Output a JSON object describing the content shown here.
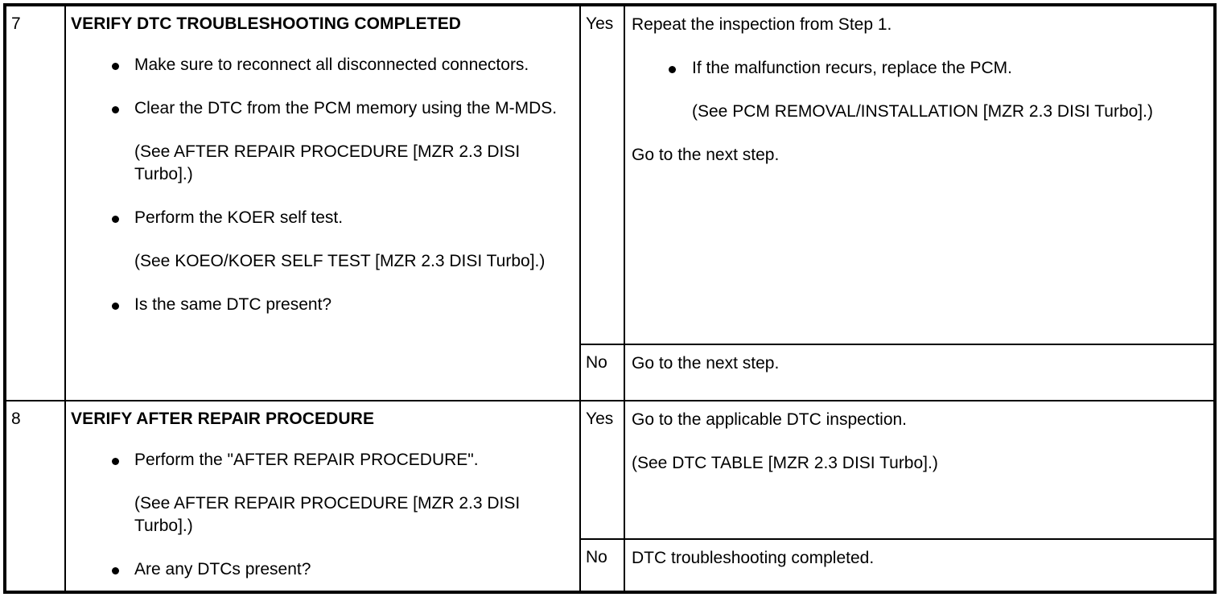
{
  "table": {
    "steps": [
      {
        "number": "7",
        "title": "VERIFY DTC TROUBLESHOOTING COMPLETED",
        "blocks": [
          {
            "kind": "bullet",
            "text": "Make sure to reconnect all disconnected connectors."
          },
          {
            "kind": "bullet",
            "text": "Clear the DTC from the PCM memory using the M-MDS."
          },
          {
            "kind": "plain",
            "text": "(See AFTER REPAIR PROCEDURE [MZR 2.3 DISI Turbo].)"
          },
          {
            "kind": "bullet",
            "text": "Perform the KOER self test."
          },
          {
            "kind": "plain",
            "text": "(See KOEO/KOER SELF TEST [MZR 2.3 DISI Turbo].)"
          },
          {
            "kind": "bullet",
            "text": "Is the same DTC present?"
          }
        ],
        "answers": [
          {
            "label": "Yes",
            "blocks": [
              {
                "kind": "flush",
                "text": "Repeat the inspection from Step 1."
              },
              {
                "kind": "bullet",
                "text": "If the malfunction recurs, replace the PCM."
              },
              {
                "kind": "plain",
                "text": "(See PCM REMOVAL/INSTALLATION [MZR 2.3 DISI Turbo].)"
              },
              {
                "kind": "flush",
                "text": "Go to the next step."
              }
            ]
          },
          {
            "label": "No",
            "blocks": [
              {
                "kind": "flush",
                "text": "Go to the next step."
              }
            ]
          }
        ]
      },
      {
        "number": "8",
        "title": "VERIFY AFTER REPAIR PROCEDURE",
        "blocks": [
          {
            "kind": "bullet",
            "text": "Perform the \"AFTER REPAIR PROCEDURE\"."
          },
          {
            "kind": "plain",
            "text": "(See AFTER REPAIR PROCEDURE [MZR 2.3 DISI Turbo].)"
          },
          {
            "kind": "bullet",
            "text": "Are any DTCs present?"
          }
        ],
        "answers": [
          {
            "label": "Yes",
            "blocks": [
              {
                "kind": "flush",
                "text": "Go to the applicable DTC inspection."
              },
              {
                "kind": "flush",
                "text": "(See DTC TABLE [MZR 2.3 DISI Turbo].)"
              }
            ]
          },
          {
            "label": "No",
            "blocks": [
              {
                "kind": "flush",
                "text": "DTC troubleshooting completed."
              }
            ]
          }
        ]
      }
    ]
  },
  "colors": {
    "ink": "#000000",
    "paper": "#ffffff"
  }
}
